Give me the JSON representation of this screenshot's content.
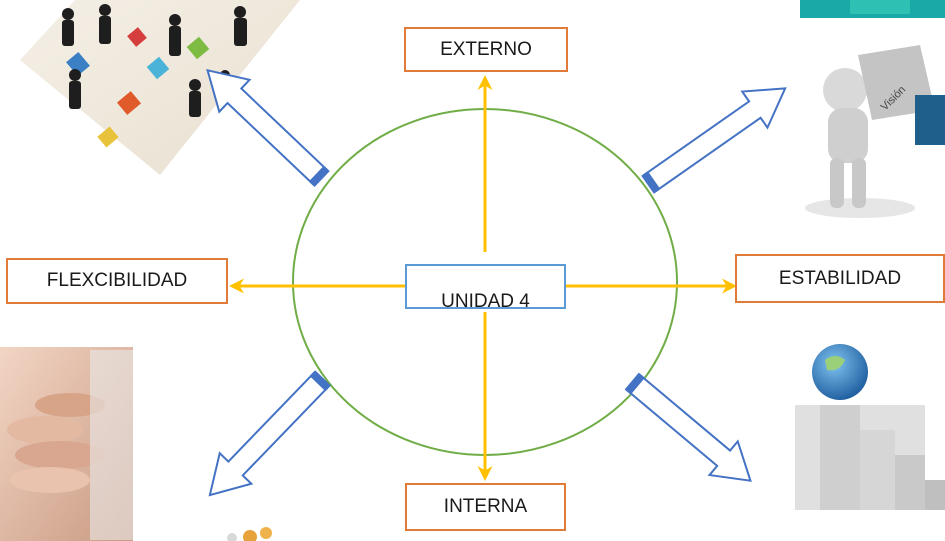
{
  "center": {
    "label": "UNIDAD 4"
  },
  "directions": {
    "top": "EXTERNO",
    "bottom": "INTERNA",
    "left": "FLEXCIBILIDAD",
    "right": "ESTABILIDAD"
  },
  "pictures": {
    "top_left": "people-puzzle-photo",
    "top_right": "vision-puzzle-figure",
    "bottom_left": "stacked-hands-photo",
    "bottom_right": "globe-on-stairs-figure",
    "top_right_fragment": "Visión"
  },
  "colors": {
    "ring": "#70ad47",
    "axis": "#ffc000",
    "box_border": "#e07b39",
    "center_border": "#5b9bd5",
    "diagonal_arrow": "#4472c4"
  }
}
